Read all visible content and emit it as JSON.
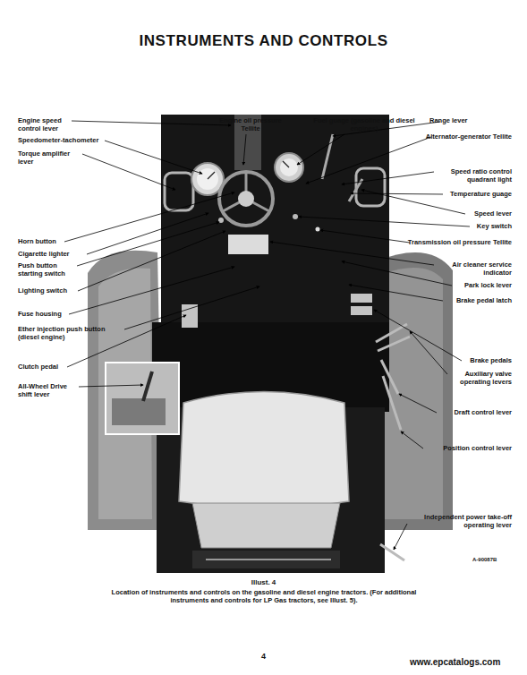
{
  "diagram": {
    "title": "INSTRUMENTS AND CONTROLS",
    "caption": "Location of instruments and controls on the gasoline and diesel engine tractors. (For additional instruments and controls for LP Gas tractors, see Illust. 5).",
    "labels": [
      "Engine speed control lever",
      "Speedometer-tachometer",
      "Torque amplifier lever",
      "Horn button",
      "Cigarette lighter",
      "Push button starting switch",
      "Lighting switch",
      "Fuse housing",
      "Ether injection push button (diesel engine)",
      "Clutch pedal",
      "All-Wheel Drive shift lever",
      "Engine oil pressure Tellite",
      "Fuel guage (gasoline and diesel engines)",
      "Range lever",
      "Alternator-generator Tellite",
      "Speed ratio control quadrant light",
      "Temperature guage",
      "Speed lever",
      "Key switch",
      "Transmission oil pressure Tellite",
      "Air cleaner service indicator",
      "Park lock lever",
      "Brake pedal latch",
      "Brake pedals",
      "Auxiliary valve operating levers",
      "Draft control lever",
      "Position control lever",
      "Independent power take-off operating lever",
      "A-90087B",
      "Illust. 4",
      "4",
      "www.epcatalogs.com"
    ]
  }
}
